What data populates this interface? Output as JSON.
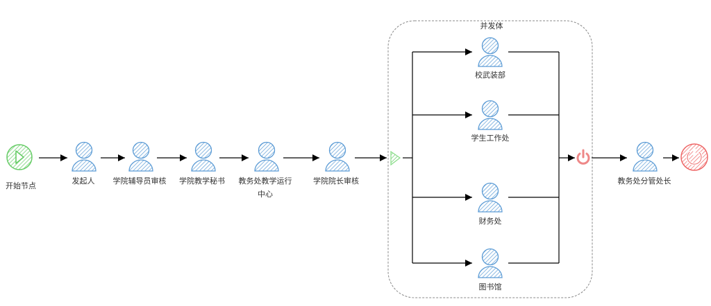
{
  "diagram": {
    "parallel_group": {
      "label": "并发体"
    },
    "start": {
      "label": "开始节点",
      "color": "#66cc66"
    },
    "end_color": "#ee6666",
    "user_color": "#5b9bd5",
    "sequence": [
      {
        "id": "n1",
        "label": "发起人"
      },
      {
        "id": "n2",
        "label": "学院辅导员审核"
      },
      {
        "id": "n3",
        "label": "学院教学秘书"
      },
      {
        "id": "n4",
        "label": "教务处教学运行",
        "label2": "中心"
      },
      {
        "id": "n5",
        "label": "学院院长审核"
      }
    ],
    "parallel": [
      {
        "id": "p1",
        "label": "校武装部"
      },
      {
        "id": "p2",
        "label": "学生工作处"
      },
      {
        "id": "p3",
        "label": "财务处"
      },
      {
        "id": "p4",
        "label": "图书馆"
      }
    ],
    "after": {
      "id": "n6",
      "label": "教务处分管处长"
    }
  }
}
